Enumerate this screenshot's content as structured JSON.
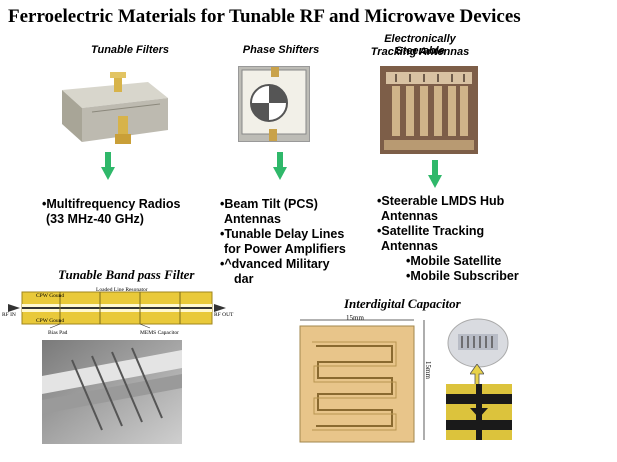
{
  "title": "Ferroelectric Materials for Tunable RF and Microwave Devices",
  "columns": [
    {
      "heading": "Tunable Filters",
      "bullets": [
        "•Multifrequency Radios",
        "(33 MHz-40 GHz)"
      ]
    },
    {
      "heading": "Phase Shifters",
      "bullets": [
        "•Beam Tilt (PCS)",
        "Antennas",
        "•Tunable Delay Lines",
        "for Power Amplifiers",
        "•^dvanced Military",
        "dar"
      ]
    },
    {
      "heading_line1": "Electronically Steerable",
      "heading_line2": "Tracking Antennas",
      "bullets": [
        "•Steerable LMDS Hub",
        "Antennas",
        "•Satellite Tracking",
        "Antennas"
      ],
      "sub_bullets": [
        "•Mobile Satellite",
        "•Mobile Subscriber"
      ]
    }
  ],
  "bandpass": {
    "title": "Tunable Band pass Filter",
    "labels": {
      "cpw_top": "CPW Gound",
      "resonator": "Loaded Line Resonator",
      "cpw_bottom": "CPW Gound",
      "rf_in": "RF IN",
      "rf_out": "RF OUT",
      "bias_pad": "Bias Pad",
      "mems": "MEMS Capacitor"
    }
  },
  "capacitor": {
    "title": "Interdigital Capacitor",
    "dim_width": "15mm",
    "dim_height": "15mm"
  },
  "colors": {
    "arrow": "#2fb86a",
    "gold": "#c9a24a",
    "board": "#e8c58a"
  }
}
